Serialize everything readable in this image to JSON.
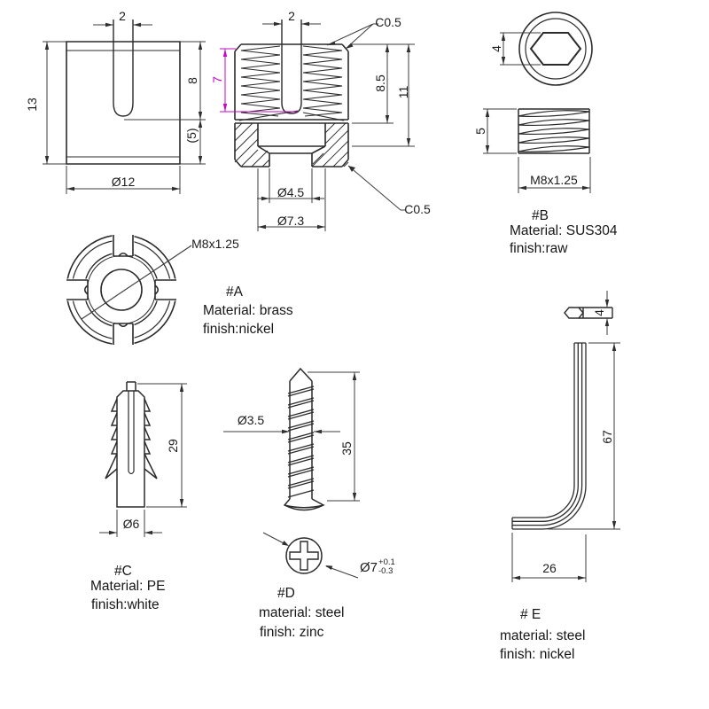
{
  "colors": {
    "background": "#ffffff",
    "line": "#2b2b2b",
    "dim": "#3c3c3c",
    "accent": "#c408c4"
  },
  "insert_side_view": {
    "slot_width": "2",
    "total_height": "13",
    "slot_depth": "8",
    "base_height": "(5)",
    "outer_diameter": "Ø12"
  },
  "insert_section_view": {
    "slot_width": "2",
    "top_chamfer": "C0.5",
    "thread_depth": "7",
    "shoulder_depth": "8.5",
    "bore_depth": "11",
    "bore_diameter": "Ø4.5",
    "counterbore_diameter": "Ø7.3",
    "bottom_chamfer": "C0.5"
  },
  "part_a": {
    "thread_callout": "M8x1.25",
    "label": "#A",
    "material": "Material: brass",
    "finish": "finish:nickel"
  },
  "part_b": {
    "socket_size": "4",
    "thread_length": "5",
    "thread_callout": "M8x1.25",
    "label": "#B",
    "material": "Material: SUS304",
    "finish": "finish:raw"
  },
  "part_c": {
    "body_length": "29",
    "diameter": "Ø6",
    "label": "#C",
    "material": "Material: PE",
    "finish": "finish:white"
  },
  "part_d": {
    "shaft_diameter": "Ø3.5",
    "length": "35",
    "head_diameter": "Ø7",
    "tolerance_plus": "+0.1",
    "tolerance_minus": "-0.3",
    "label": "#D",
    "material": "material: steel",
    "finish": "finish: zinc"
  },
  "part_e": {
    "hex_size": "4",
    "long_arm": "67",
    "short_arm": "26",
    "label": "# E",
    "material": "material: steel",
    "finish": "finish: nickel"
  }
}
